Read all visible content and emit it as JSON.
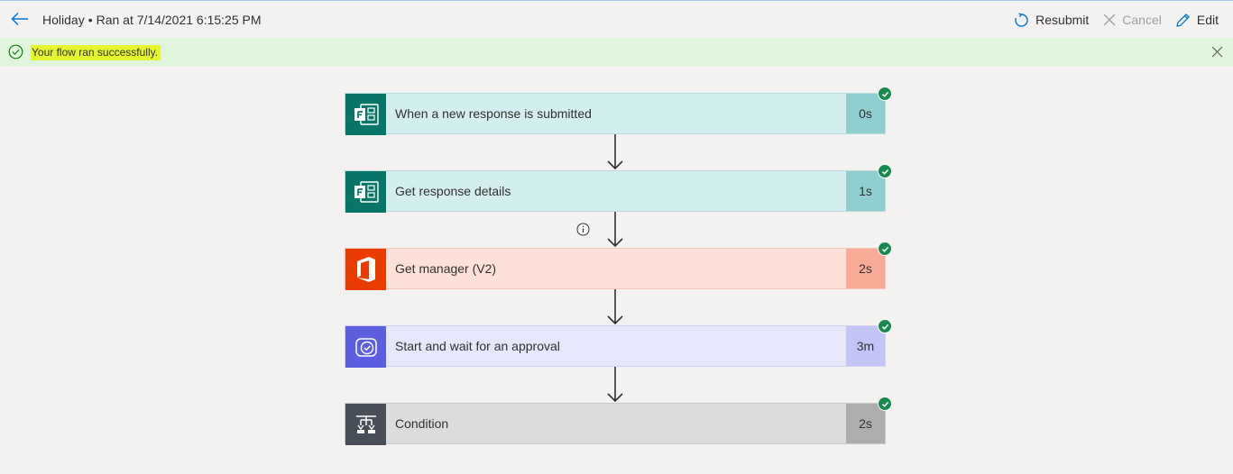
{
  "header": {
    "flow_name": "Holiday",
    "separator": "•",
    "run_info": "Ran at 7/14/2021 6:15:25 PM",
    "resubmit_label": "Resubmit",
    "cancel_label": "Cancel",
    "edit_label": "Edit"
  },
  "banner": {
    "message": "Your flow ran successfully."
  },
  "steps": [
    {
      "label": "When a new response is submitted",
      "duration": "0s",
      "icon": "forms-icon",
      "status": "succeeded"
    },
    {
      "label": "Get response details",
      "duration": "1s",
      "icon": "forms-icon",
      "status": "succeeded"
    },
    {
      "label": "Get manager (V2)",
      "duration": "2s",
      "icon": "office365-icon",
      "status": "succeeded"
    },
    {
      "label": "Start and wait for an approval",
      "duration": "3m",
      "icon": "approvals-icon",
      "status": "succeeded"
    },
    {
      "label": "Condition",
      "duration": "2s",
      "icon": "condition-icon",
      "status": "succeeded"
    }
  ],
  "colors": {
    "accent": "#0078d4",
    "success": "#178a4e",
    "banner_bg": "#dff6dd",
    "highlight": "#e6f52e",
    "forms": "#077568",
    "office": "#eb3c00",
    "approvals": "#5b5fe0",
    "condition": "#484f58"
  }
}
